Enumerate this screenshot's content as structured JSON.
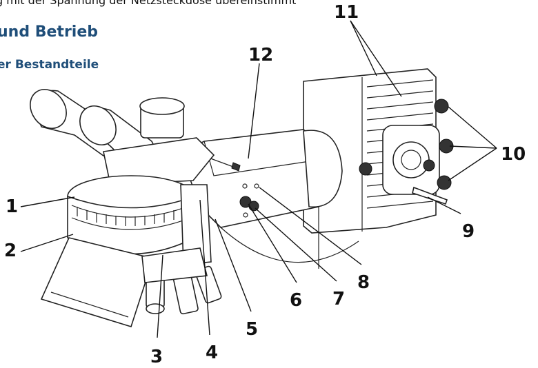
{
  "header": {
    "top_line": "g mit der Spannung der Netzsteckdose übereinstimmt",
    "heading": "und Betrieb",
    "subheading": "er Bestandteile"
  },
  "diagram": {
    "labels": [
      "1",
      "2",
      "3",
      "4",
      "5",
      "6",
      "7",
      "8",
      "9",
      "10",
      "11",
      "12"
    ]
  }
}
